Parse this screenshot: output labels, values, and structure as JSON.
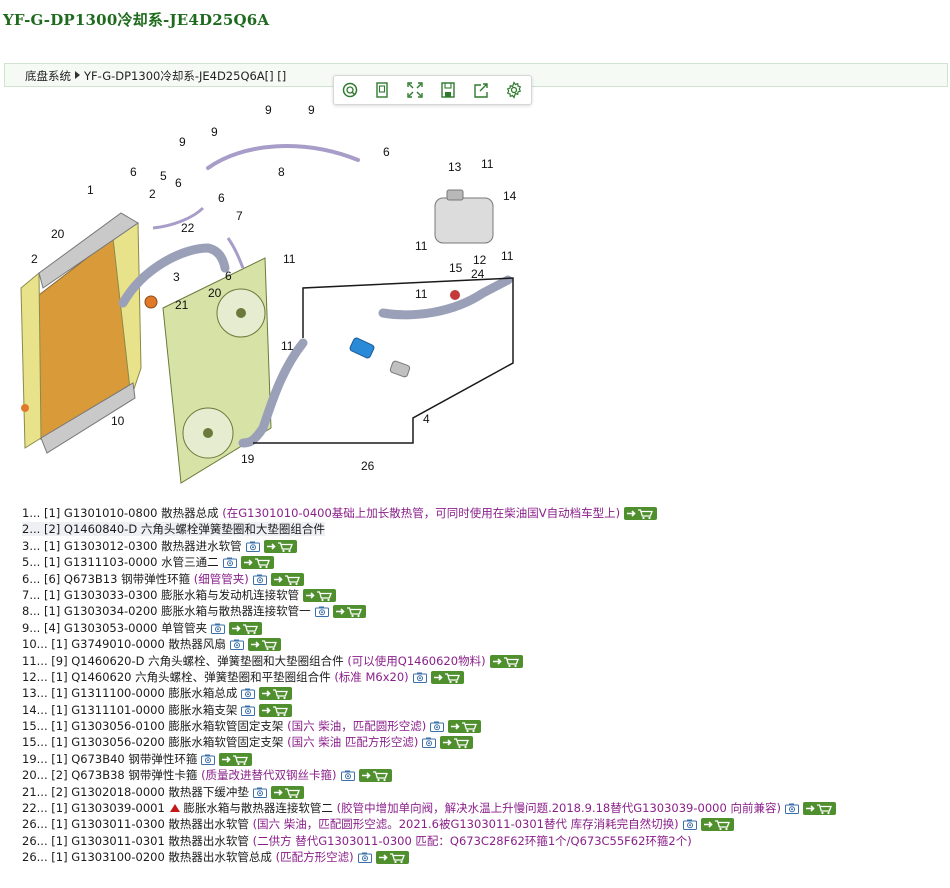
{
  "page_title": "YF-G-DP1300冷却系-JE4D25Q6A",
  "breadcrumb": {
    "root": "底盘系统",
    "current": "YF-G-DP1300冷却系-JE4D25Q6A[] []"
  },
  "toolbar": {
    "buttons": [
      "zoom-search-icon",
      "copy-icon",
      "fullscreen-icon",
      "save-icon",
      "share-icon",
      "settings-icon"
    ]
  },
  "diagram": {
    "callouts": [
      "9",
      "9",
      "9",
      "9",
      "8",
      "6",
      "6",
      "5",
      "6",
      "2",
      "6",
      "1",
      "20",
      "22",
      "7",
      "13",
      "11",
      "14",
      "11",
      "12",
      "11",
      "15",
      "24",
      "11",
      "2",
      "3",
      "21",
      "6",
      "20",
      "11",
      "11",
      "10",
      "4",
      "19",
      "26"
    ]
  },
  "colors": {
    "title": "#1e6b1e",
    "note": "#8a1f8a",
    "cart": "#4f8f2e",
    "arrow_up": "#c41818"
  },
  "parts": [
    {
      "ref": "1...",
      "qty": "[1]",
      "code": "G1301010-0800",
      "name": "散热器总成",
      "note": "(在G1301010-0400基础上加长散热管，可同时使用在柴油国V自动档车型上)",
      "camera": false,
      "cart": true
    },
    {
      "ref": "2...",
      "qty": "[2]",
      "code": "Q1460840-D",
      "name": "六角头螺栓弹簧垫圈和大垫圈组合件",
      "note": "",
      "camera": false,
      "cart": false,
      "highlight": true
    },
    {
      "ref": "3...",
      "qty": "[1]",
      "code": "G1303012-0300",
      "name": "散热器进水软管",
      "note": "",
      "camera": true,
      "cart": true
    },
    {
      "ref": "5...",
      "qty": "[1]",
      "code": "G1311103-0000",
      "name": "水管三通二",
      "note": "",
      "camera": true,
      "cart": true
    },
    {
      "ref": "6...",
      "qty": "[6]",
      "code": "Q673B13",
      "name": "钢带弹性环箍",
      "note": "(细管管夹)",
      "camera": true,
      "cart": true
    },
    {
      "ref": "7...",
      "qty": "[1]",
      "code": "G1303033-0300",
      "name": "膨胀水箱与发动机连接软管",
      "note": "",
      "camera": false,
      "cart": true
    },
    {
      "ref": "8...",
      "qty": "[1]",
      "code": "G1303034-0200",
      "name": "膨胀水箱与散热器连接软管一",
      "note": "",
      "camera": true,
      "cart": true
    },
    {
      "ref": "9...",
      "qty": "[4]",
      "code": "G1303053-0000",
      "name": "单管管夹",
      "note": "",
      "camera": true,
      "cart": true
    },
    {
      "ref": "10...",
      "qty": "[1]",
      "code": "G3749010-0000",
      "name": "散热器风扇",
      "note": "",
      "camera": true,
      "cart": true
    },
    {
      "ref": "11...",
      "qty": "[9]",
      "code": "Q1460620-D",
      "name": "六角头螺栓、弹簧垫圈和大垫圈组合件",
      "note": "(可以使用Q1460620物料)",
      "camera": false,
      "cart": true
    },
    {
      "ref": "12...",
      "qty": "[1]",
      "code": "Q1460620",
      "name": "六角头螺栓、弹簧垫圈和平垫圈组合件",
      "note": "(标准 M6x20)",
      "camera": true,
      "cart": true
    },
    {
      "ref": "13...",
      "qty": "[1]",
      "code": "G1311100-0000",
      "name": "膨胀水箱总成",
      "note": "",
      "camera": true,
      "cart": true
    },
    {
      "ref": "14...",
      "qty": "[1]",
      "code": "G1311101-0000",
      "name": "膨胀水箱支架",
      "note": "",
      "camera": true,
      "cart": true
    },
    {
      "ref": "15...",
      "qty": "[1]",
      "code": "G1303056-0100",
      "name": "膨胀水箱软管固定支架",
      "note": "(国六 柴油，匹配圆形空滤)",
      "camera": true,
      "cart": true
    },
    {
      "ref": "15...",
      "qty": "[1]",
      "code": "G1303056-0200",
      "name": "膨胀水箱软管固定支架",
      "note": "(国六 柴油 匹配方形空滤)",
      "camera": true,
      "cart": true
    },
    {
      "ref": "19...",
      "qty": "[1]",
      "code": "Q673B40",
      "name": "钢带弹性环箍",
      "note": "",
      "camera": true,
      "cart": true
    },
    {
      "ref": "20...",
      "qty": "[2]",
      "code": "Q673B38",
      "name": "钢带弹性卡箍",
      "note": "(质量改进替代双钢丝卡箍)",
      "camera": true,
      "cart": true
    },
    {
      "ref": "21...",
      "qty": "[2]",
      "code": "G1302018-0000",
      "name": "散热器下缓冲垫",
      "note": "",
      "camera": true,
      "cart": true
    },
    {
      "ref": "22...",
      "qty": "[1]",
      "code": "G1303039-0001",
      "name": "膨胀水箱与散热器连接软管二",
      "note": "(胶管中增加单向阀，解决水温上升慢问题.2018.9.18替代G1303039-0000 向前兼容)",
      "camera": true,
      "cart": true,
      "arrow": true
    },
    {
      "ref": "26...",
      "qty": "[1]",
      "code": "G1303011-0300",
      "name": "散热器出水软管",
      "note": "(国六 柴油，匹配圆形空滤。2021.6被G1303011-0301替代 库存消耗完自然切换)",
      "camera": true,
      "cart": true
    },
    {
      "ref": "26...",
      "qty": "[1]",
      "code": "G1303011-0301",
      "name": "散热器出水软管",
      "note": "(二供方 替代G1303011-0300 匹配：Q673C28F62环箍1个/Q673C55F62环箍2个)",
      "camera": false,
      "cart": false
    },
    {
      "ref": "26...",
      "qty": "[1]",
      "code": "G1303100-0200",
      "name": "散热器出水软管总成",
      "note": "(匹配方形空滤)",
      "camera": true,
      "cart": true
    }
  ]
}
